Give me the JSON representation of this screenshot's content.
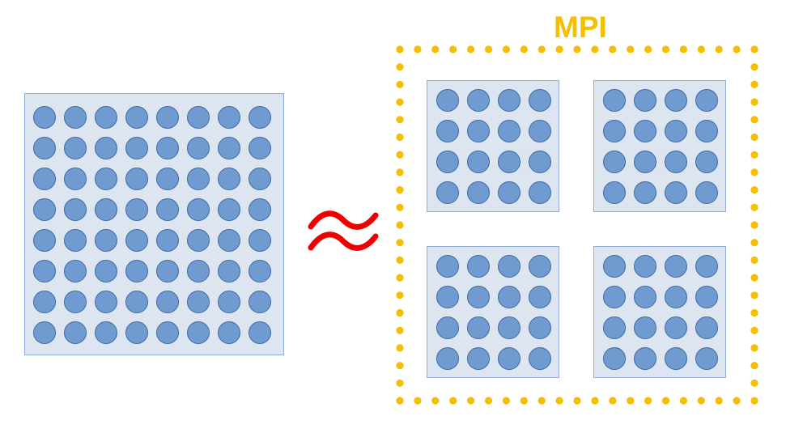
{
  "mpi_label": "MPI",
  "colors": {
    "panel_fill": "#dce5f0",
    "panel_border": "#8faad3",
    "dot_fill": "#6f9bd0",
    "dot_border": "#3f6aa3",
    "mpi_accent": "#f5be00",
    "approx_symbol": "#ee0000"
  },
  "icons": {
    "relation": "approx-icon"
  },
  "single_grid": {
    "rows": 8,
    "cols": 8
  },
  "partitioned_grid": {
    "subgrids": 4,
    "rows_per_subgrid": 4,
    "cols_per_subgrid": 4
  }
}
